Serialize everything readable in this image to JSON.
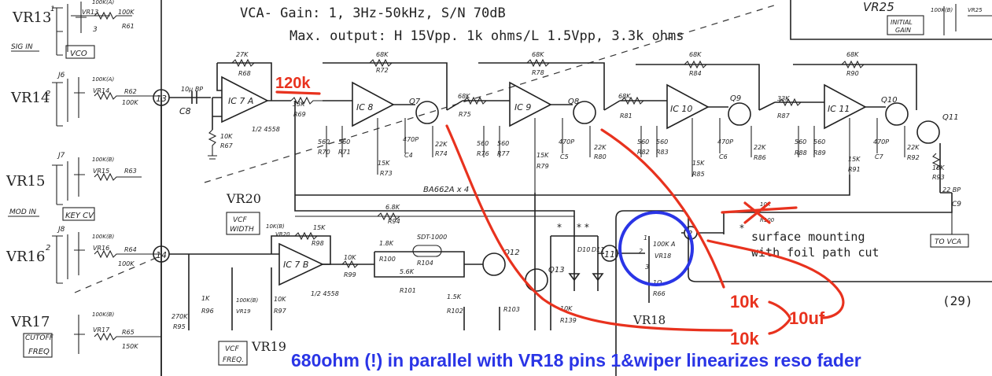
{
  "header": {
    "spec_line1": "VCA- Gain: 1, 3Hz-50kHz, S/N 70dB",
    "spec_line2": "Max. output: H 15Vpp. 1k ohms/L 1.5Vpp, 3.3k ohms"
  },
  "left_panel": {
    "vr13": "VR13",
    "vr14": "VR14",
    "vr15": "VR15",
    "vr16": "VR16",
    "vr17": "VR17",
    "sig_in": "SIG IN",
    "mod_in": "MOD IN",
    "cutoff": "CUTOFF",
    "freq": "FREQ",
    "vco": "VCO",
    "key_cv": "KEY CV",
    "j6": "J6",
    "j7": "J7",
    "j8": "J8",
    "r61": "R61",
    "r62": "R62",
    "r63": "R63",
    "r64": "R64",
    "r65": "R65",
    "k100a": "100K(A)",
    "k100b": "100K(B)",
    "k100": "100K",
    "k150": "150K",
    "vr13s": "VR13",
    "vr14s": "VR14",
    "vr15s": "VR15",
    "vr16s": "VR16",
    "vr17s": "VR17",
    "n2": "2",
    "n1": "1",
    "n3": "3"
  },
  "nodes": {
    "n13": "13",
    "n14": "14",
    "n11": "11",
    "n2": "2"
  },
  "components": {
    "ic7a": "IC 7 A",
    "ic7b": "IC 7 B",
    "ic8": "IC 8",
    "ic9": "IC 9",
    "ic10": "IC 10",
    "ic11": "IC 11",
    "half4558a": "1/2 4558",
    "half4558b": "1/2 4558",
    "q7": "Q7",
    "q8": "Q8",
    "q9": "Q9",
    "q10": "Q10",
    "q11": "Q11",
    "q12": "Q12",
    "q13": "Q13",
    "ba662": "BA662A x 4",
    "r68": "R68",
    "k27": "27K",
    "r67": "R67",
    "k10": "10K",
    "c8": "C8",
    "uf10": "10μ BP",
    "r69": "R69",
    "k33": "33K",
    "r72": "R72",
    "r78": "R78",
    "r84": "R84",
    "r90": "R90",
    "k68": "68K",
    "r70": "R70",
    "r71": "R71",
    "r73": "R73",
    "r74": "R74",
    "r75": "R75",
    "r76": "R76",
    "r77": "R77",
    "r79": "R79",
    "r80": "R80",
    "r81": "R81",
    "r82": "R82",
    "r83": "R83",
    "r85": "R85",
    "r86": "R86",
    "r87": "R87",
    "r88": "R88",
    "r89": "R89",
    "r91": "R91",
    "r92": "R92",
    "r93": "R93",
    "c4": "C4",
    "c5": "C5",
    "c6": "C6",
    "c7": "C7",
    "c9": "C9",
    "p470": "470P",
    "k560": "560",
    "k15": "15K",
    "k22": "22K",
    "k33b": "33K",
    "k10b": "10K",
    "c9v": "22 BP",
    "vr20": "VR20",
    "vcf": "VCF",
    "width": "WIDTH",
    "vcff": "VCF",
    "freqb": "FREQ.",
    "vr19": "VR19",
    "vr18": "VR18",
    "vr25": "VR25",
    "initial": "INITIAL",
    "gain": "GAIN",
    "vr25s": "VR25",
    "r94": "R94",
    "k68b": "6.8K",
    "r98": "R98",
    "k15b": "15K",
    "r99": "R99",
    "r100": "R100",
    "k18": "1.8K",
    "r104": "R104",
    "sdt": "SDT-1000",
    "r101": "R101",
    "k56": "5.6K",
    "r102": "R102",
    "k15c": "1.5K",
    "r103": "R103",
    "r139": "R139",
    "k10c": "10K",
    "d10": "D10",
    "d11": "D11",
    "r95": "R95",
    "k270": "270K",
    "r96": "R96",
    "k1": "1K",
    "r97": "R97",
    "k10d": "10K",
    "vr20s": "VR20",
    "k10b_": "10K(B)",
    "vr19s": "VR19",
    "k100b_": "100K(B)",
    "vr18s": "VR18",
    "k100a_": "100K A",
    "r66": "R66",
    "r66v": "1Ω",
    "r100_": "R100",
    "k10e": "10K",
    "to_vca": "TO VCA",
    "page": "(29)",
    "stars": "* *",
    "star": "*",
    "surface1": "surface mounting",
    "surface2": "with foil path cut"
  },
  "annotations": {
    "k120": "120k",
    "r10k_a": "10k",
    "r10k_b": "10k",
    "cap": "10uf",
    "caption": "680ohm (!) in parallel with VR18 pins 1&wiper linearizes reso fader",
    "red_color": "#e8321e",
    "blue_color": "#2a35e6"
  }
}
